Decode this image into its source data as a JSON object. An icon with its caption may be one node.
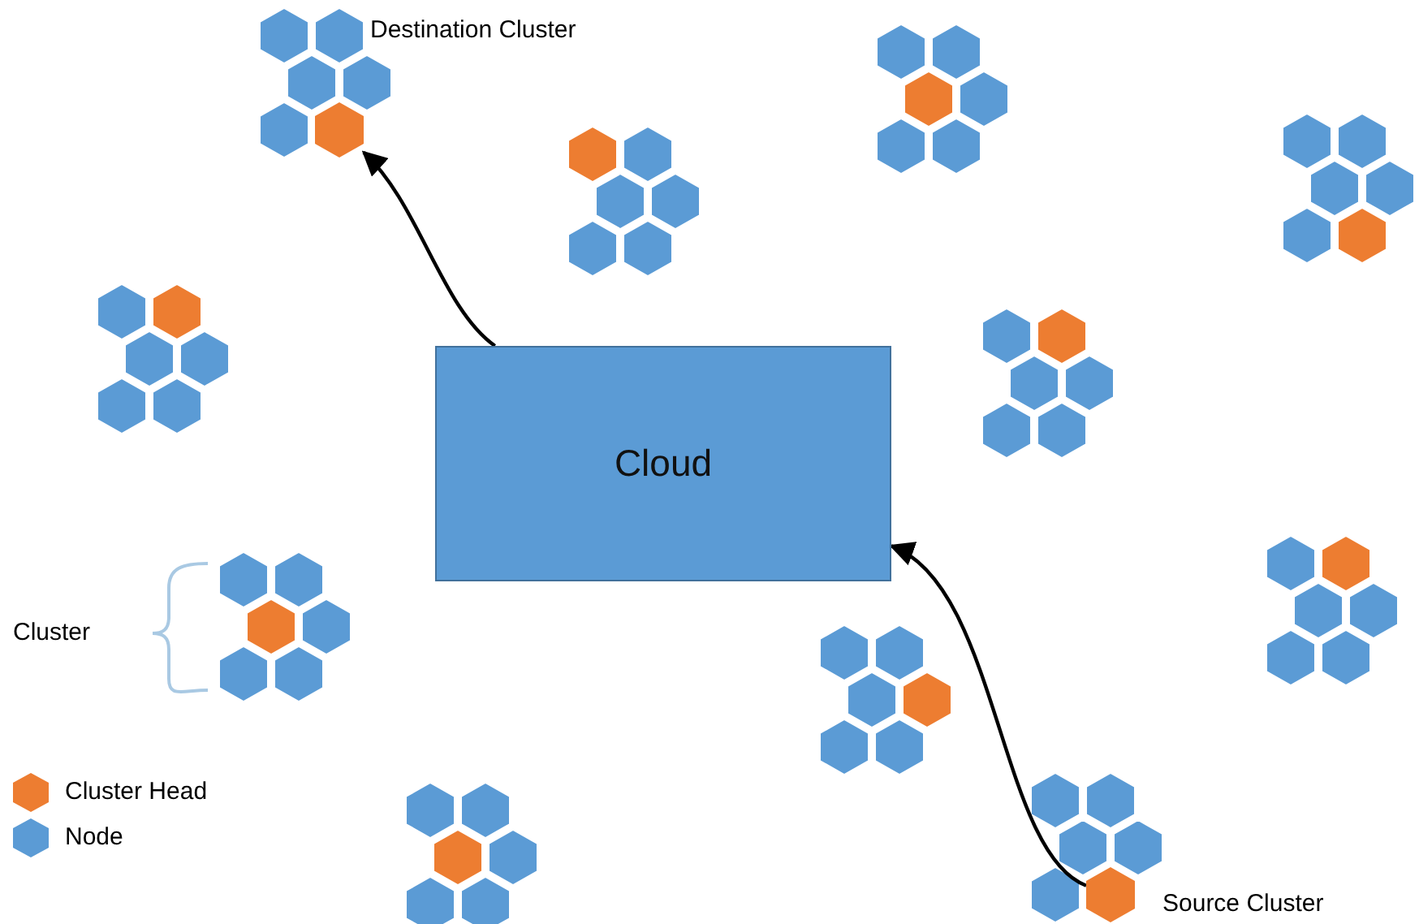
{
  "diagram": {
    "nodes": [
      {
        "text": [
          "Cloud"
        ]
      },
      {
        "text": [],
        "shape": "hexagon"
      },
      {
        "text": [],
        "shape": "hexagon"
      }
    ],
    "edges": [
      {
        "from": 0,
        "to": 1,
        "arrow": "to"
      },
      {
        "from": 2,
        "to": 0,
        "arrow": "to"
      }
    ],
    "labels": [
      "Destination Cluster",
      "Cluster",
      "Source Cluster"
    ],
    "legend": [
      {
        "text": "Cluster Head",
        "color": "#ed7d31"
      },
      {
        "text": "Node",
        "color": "#5b9bd5"
      }
    ]
  }
}
